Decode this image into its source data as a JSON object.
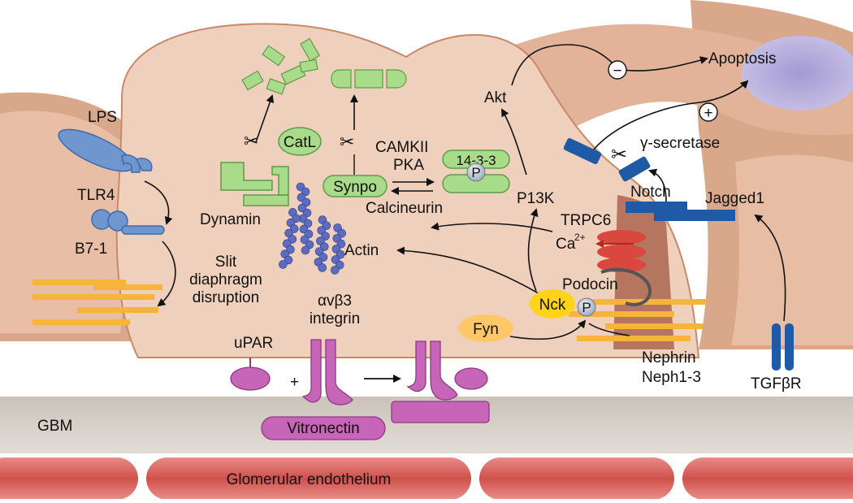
{
  "labels": {
    "lps": "LPS",
    "tlr4": "TLR4",
    "b71": "B7-1",
    "slit_line1": "Slit",
    "slit_line2": "diaphragm",
    "slit_line3": "disruption",
    "dynamin": "Dynamin",
    "catl": "CatL",
    "camkii": "CAMKII",
    "pka": "PKA",
    "synpo": "Synpo",
    "protein_1433": "14-3-3",
    "phospho": "P",
    "calcineurin": "Calcineurin",
    "p13k": "P13K",
    "akt": "Akt",
    "apoptosis": "Apoptosis",
    "minus": "−",
    "plus": "+",
    "gamma_secretase": "γ-secretase",
    "notch": "Notch",
    "jagged1": "Jagged1",
    "trpc6": "TRPC6",
    "ca": "Ca",
    "ca_sup": "2+",
    "actin": "Actin",
    "podocin": "Podocin",
    "nck": "Nck",
    "fyn": "Fyn",
    "integrin_line1": "αvβ3",
    "integrin_line2": "integrin",
    "upar": "uPAR",
    "plus_sign": "+",
    "vitronectin": "Vitronectin",
    "nephrin": "Nephrin",
    "neph13": "Neph1-3",
    "tgfbr": "TGFβR",
    "gbm": "GBM",
    "endothelium": "Glomerular endothelium"
  },
  "colors": {
    "cell": "#efd0bd",
    "cell_edge": "#c7896a",
    "foot": "#d9a78a",
    "gbm": "#d2cbc3",
    "endothelium": "#d96a66",
    "green": "#a9dc8a",
    "green_edge": "#5f9a4a",
    "blue": "#6f96cf",
    "dark_blue": "#1f5aa6",
    "magenta": "#c765b8",
    "orange": "#f6b53a",
    "red": "#d9473f",
    "nck": "#ffd31a",
    "fyn": "#ffc768",
    "apoptosis": "#b9b0da"
  }
}
